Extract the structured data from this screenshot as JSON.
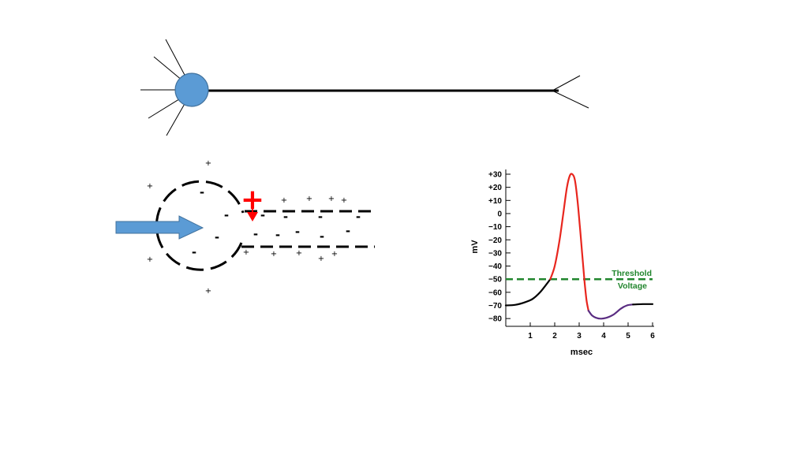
{
  "colors": {
    "soma_fill": "#5b9bd5",
    "soma_stroke": "#41719c",
    "arrow_fill": "#5b9bd5",
    "rising_curve": "#e8261e",
    "undershoot_curve": "#5a2d82",
    "threshold": "#22862e",
    "stimulus_mark": "#ff0000",
    "ink": "#000000"
  },
  "membrane": {
    "stimulus_mark": "+",
    "plus_sign": "+",
    "minus_sign": "-"
  },
  "chart_data": {
    "type": "line",
    "title": "",
    "xlabel": "msec",
    "ylabel": "mV",
    "xlim": [
      0,
      6
    ],
    "ylim": [
      -85,
      33
    ],
    "x_ticks": [
      1,
      2,
      3,
      4,
      5,
      6
    ],
    "x_tick_labels": [
      "1",
      "2",
      "3",
      "4",
      "5",
      "6"
    ],
    "y_ticks": [
      30,
      20,
      10,
      0,
      -10,
      -20,
      -30,
      -40,
      -50,
      -60,
      -70,
      -80
    ],
    "y_tick_labels": [
      "+30",
      "+20",
      "+10",
      "0",
      "−10",
      "−20",
      "−30",
      "−40",
      "−50",
      "−60",
      "−70",
      "−80"
    ],
    "series": [
      {
        "color": "#000000",
        "points": [
          [
            0,
            -70
          ],
          [
            0.4,
            -69.5
          ],
          [
            0.8,
            -67.5
          ],
          [
            1.1,
            -65
          ],
          [
            1.4,
            -60
          ],
          [
            1.7,
            -53
          ],
          [
            1.82,
            -50
          ]
        ]
      },
      {
        "color": "#e8261e",
        "points": [
          [
            1.82,
            -50
          ],
          [
            2.0,
            -40
          ],
          [
            2.2,
            -20
          ],
          [
            2.35,
            0
          ],
          [
            2.5,
            20
          ],
          [
            2.62,
            29
          ],
          [
            2.72,
            30
          ],
          [
            2.82,
            26
          ],
          [
            2.92,
            12
          ],
          [
            3.02,
            -8
          ],
          [
            3.12,
            -30
          ],
          [
            3.22,
            -52
          ],
          [
            3.3,
            -66
          ],
          [
            3.38,
            -74
          ]
        ]
      },
      {
        "color": "#5a2d82",
        "points": [
          [
            3.38,
            -74
          ],
          [
            3.55,
            -78
          ],
          [
            3.8,
            -80
          ],
          [
            4.1,
            -79.5
          ],
          [
            4.4,
            -77
          ],
          [
            4.7,
            -72.5
          ],
          [
            4.95,
            -70
          ],
          [
            5.2,
            -69.3
          ]
        ]
      },
      {
        "color": "#000000",
        "points": [
          [
            5.2,
            -69.3
          ],
          [
            5.6,
            -69
          ],
          [
            6.0,
            -69
          ]
        ]
      }
    ],
    "threshold": {
      "value": -50,
      "label_line1": "Threshold",
      "label_line2": "Voltage"
    },
    "grid": false
  }
}
